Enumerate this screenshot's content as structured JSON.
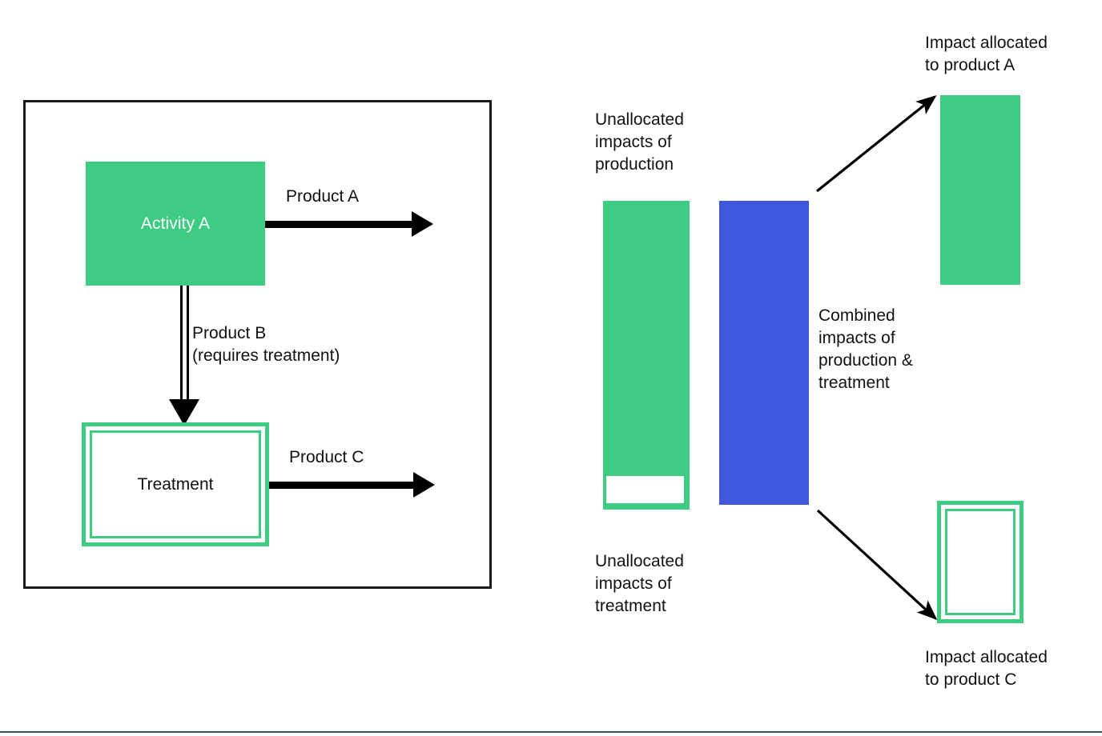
{
  "figure": {
    "colors": {
      "green": "#3DCC81",
      "blue": "#4058DC",
      "frame": "#1A1A1A",
      "arrow": "#000000",
      "rule": "#2F5D45"
    }
  },
  "system": {
    "activity": {
      "label": "Activity A"
    },
    "treatment": {
      "label": "Treatment"
    },
    "flows": {
      "product_a": "Product A",
      "product_b": "Product B\n(requires treatment)",
      "product_c": "Product C"
    }
  },
  "allocation": {
    "unallocated_production": "Unallocated\nimpacts of\nproduction",
    "unallocated_treatment": "Unallocated\nimpacts of\ntreatment",
    "combined": "Combined\nimpacts of\nproduction &\ntreatment",
    "allocated_a": "Impact allocated\nto product A",
    "allocated_c": "Impact allocated\nto product C"
  }
}
